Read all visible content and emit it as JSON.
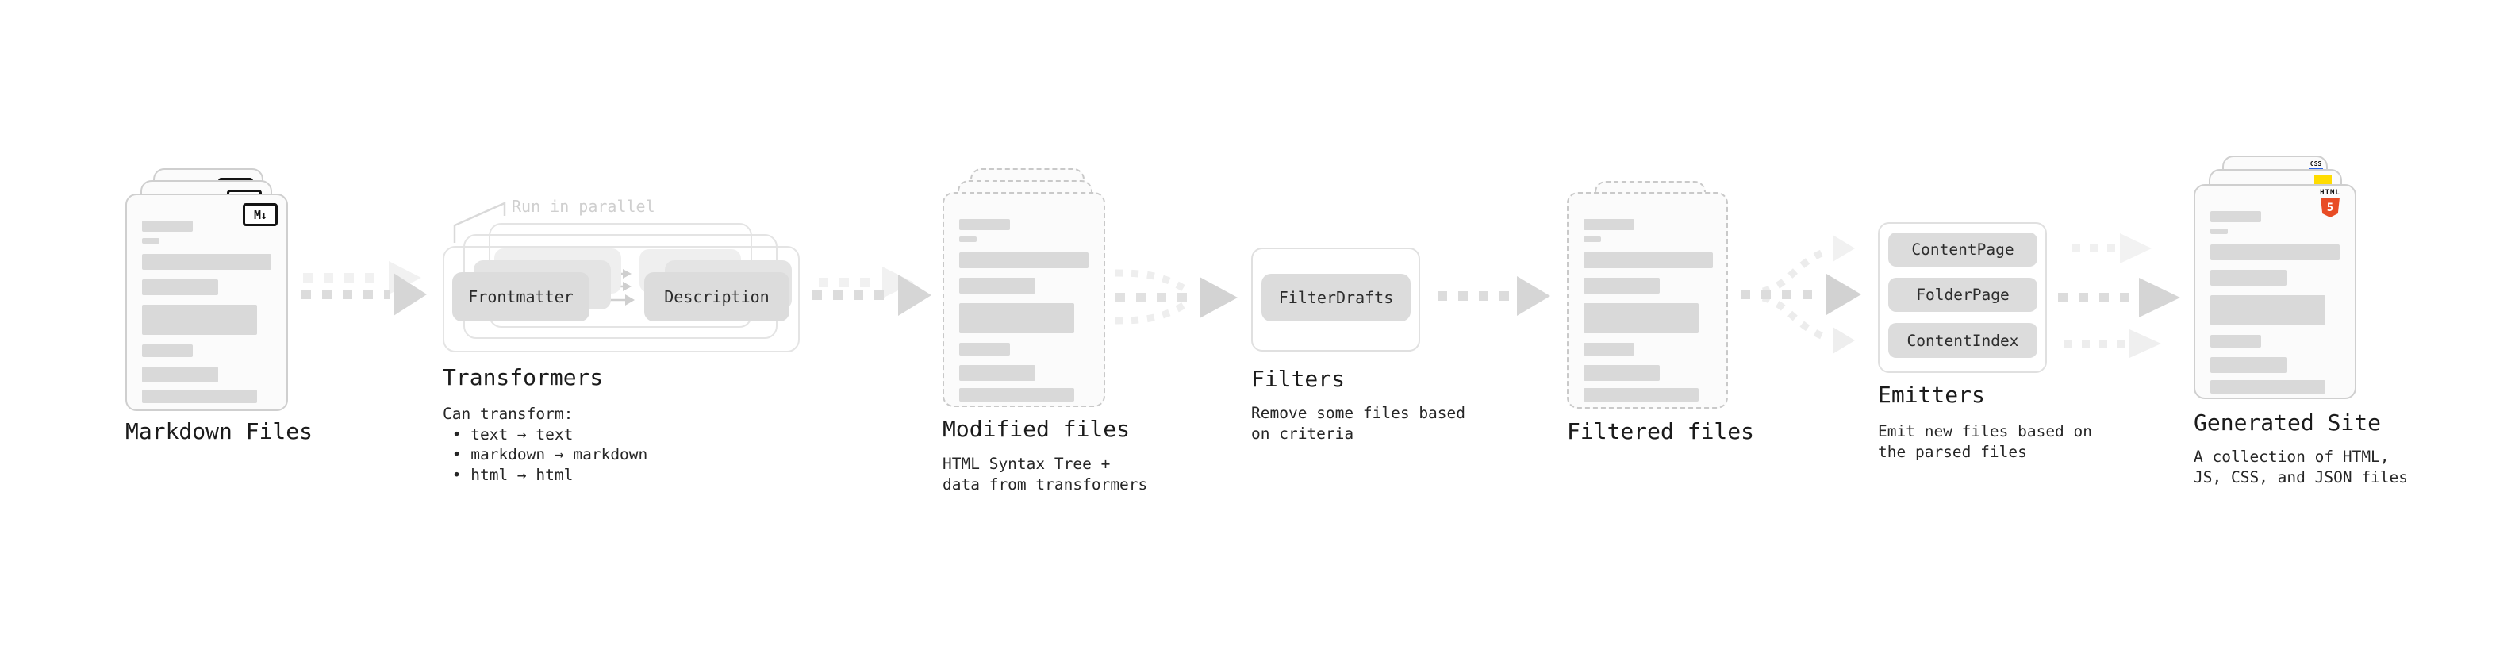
{
  "diagram": {
    "markdown": {
      "title": "Markdown Files",
      "badge": "M↓"
    },
    "transformers": {
      "title": "Transformers",
      "parallel_label": "Run in parallel",
      "buttons": {
        "frontmatter": "Frontmatter",
        "description": "Description"
      },
      "note": "Can transform:\n • text → text\n • markdown → markdown\n • html → html"
    },
    "modified": {
      "title": "Modified files",
      "desc": "HTML Syntax Tree +\ndata from transformers"
    },
    "filters": {
      "title": "Filters",
      "button": "FilterDrafts",
      "desc": "Remove some files based\non criteria"
    },
    "filtered": {
      "title": "Filtered files"
    },
    "emitters": {
      "title": "Emitters",
      "buttons": [
        "ContentPage",
        "FolderPage",
        "ContentIndex"
      ],
      "desc": "Emit new files based on\nthe parsed files"
    },
    "generated": {
      "title": "Generated Site",
      "desc": "A collection of HTML,\nJS, CSS, and JSON files",
      "badge_css": "CSS",
      "badge_html_word": "HTML",
      "badge_html_number": "5"
    }
  },
  "colors": {
    "html5_orange": "#e84c25",
    "js_yellow": "#ffdc00",
    "css_blue": "#2760e8",
    "bar_gray": "#d9d9d9"
  }
}
